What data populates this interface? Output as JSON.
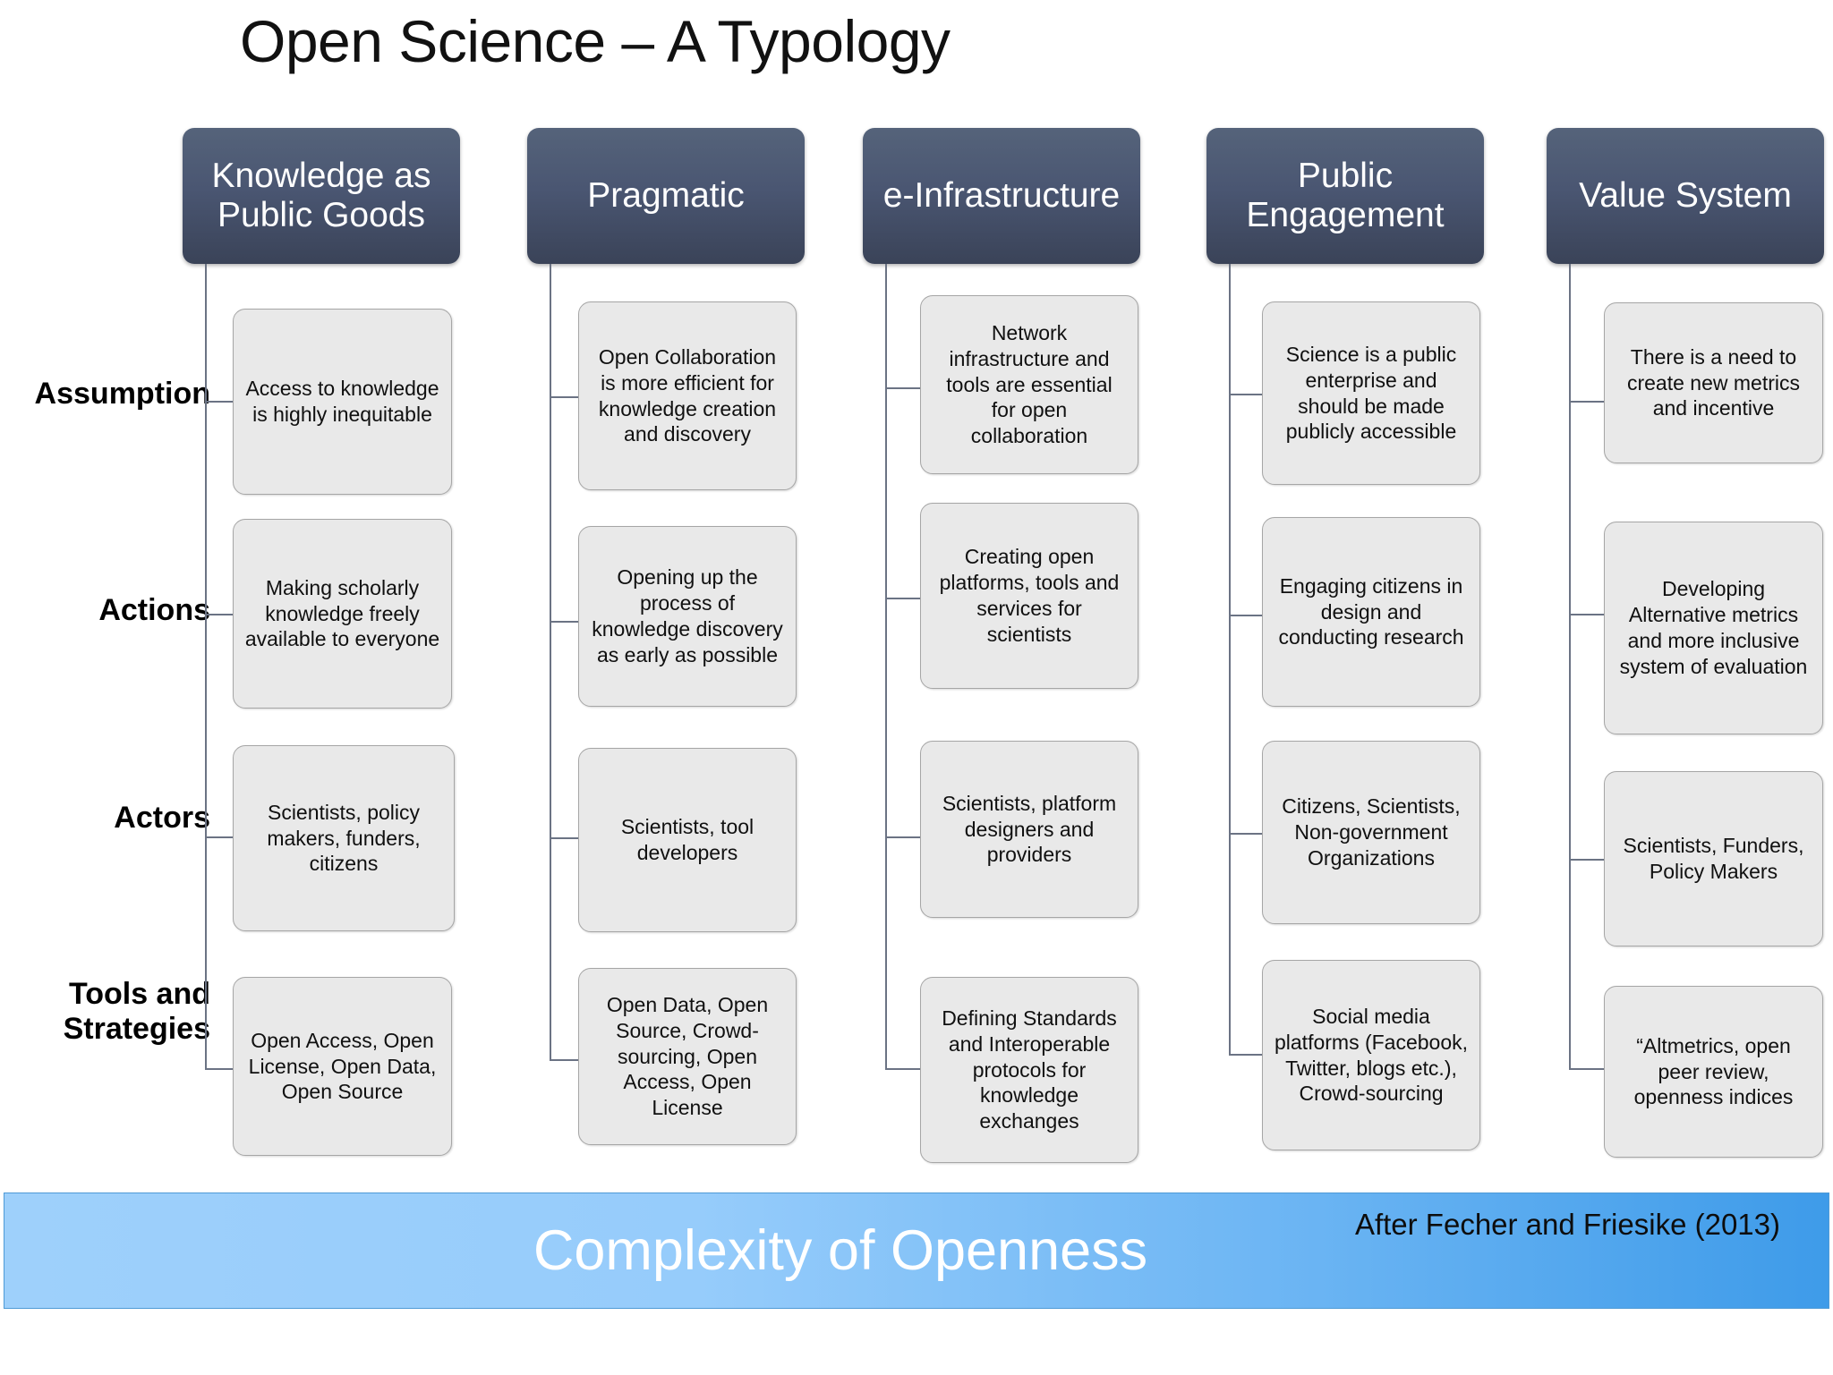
{
  "title": "Open Science – A Typology",
  "row_labels": [
    {
      "key": "assumption",
      "label": "Assumption"
    },
    {
      "key": "actions",
      "label": "Actions"
    },
    {
      "key": "actors",
      "label": "Actors"
    },
    {
      "key": "tools",
      "label": "Tools and Strategies"
    }
  ],
  "columns": [
    {
      "header": "Knowledge as Public Goods",
      "assumption": "Access to knowledge is highly inequitable",
      "actions": "Making scholarly knowledge freely available to everyone",
      "actors": "Scientists, policy makers, funders, citizens",
      "tools": "Open Access, Open License, Open Data, Open Source"
    },
    {
      "header": "Pragmatic",
      "assumption": "Open Collaboration is more efficient for knowledge creation and discovery",
      "actions": "Opening up the process of knowledge discovery as early as possible",
      "actors": "Scientists, tool developers",
      "tools": "Open Data, Open Source, Crowd-sourcing, Open Access, Open License"
    },
    {
      "header": "e-Infrastructure",
      "assumption": "Network infrastructure and tools are essential for open collaboration",
      "actions": "Creating open platforms, tools and services for scientists",
      "actors": "Scientists, platform designers and providers",
      "tools": "Defining Standards and Interoperable protocols for knowledge exchanges"
    },
    {
      "header": "Public Engagement",
      "assumption": "Science is a public enterprise and should be made publicly accessible",
      "actions": "Engaging citizens in design and conducting research",
      "actors": "Citizens, Scientists, Non-government Organizations",
      "tools": "Social media platforms (Facebook, Twitter, blogs etc.), Crowd-sourcing"
    },
    {
      "header": "Value System",
      "assumption": "There is a need to create new metrics and incentive",
      "actions": "Developing Alternative metrics and more inclusive system of evaluation",
      "actors": "Scientists, Funders, Policy Makers",
      "tools": "“Altmetrics, open peer review, openness indices"
    }
  ],
  "banner": {
    "title": "Complexity of Openness",
    "credit": "After Fecher and Friesike (2013)"
  },
  "colors": {
    "header_box_top": "#55637a",
    "header_box_bottom": "#3a4358",
    "cell_fill": "#e9e9e9",
    "cell_border": "#a6a6a6",
    "connector": "#6b7384",
    "banner_left": "#9ed0fb",
    "banner_right": "#3e9be9",
    "banner_text": "#ffffff"
  }
}
